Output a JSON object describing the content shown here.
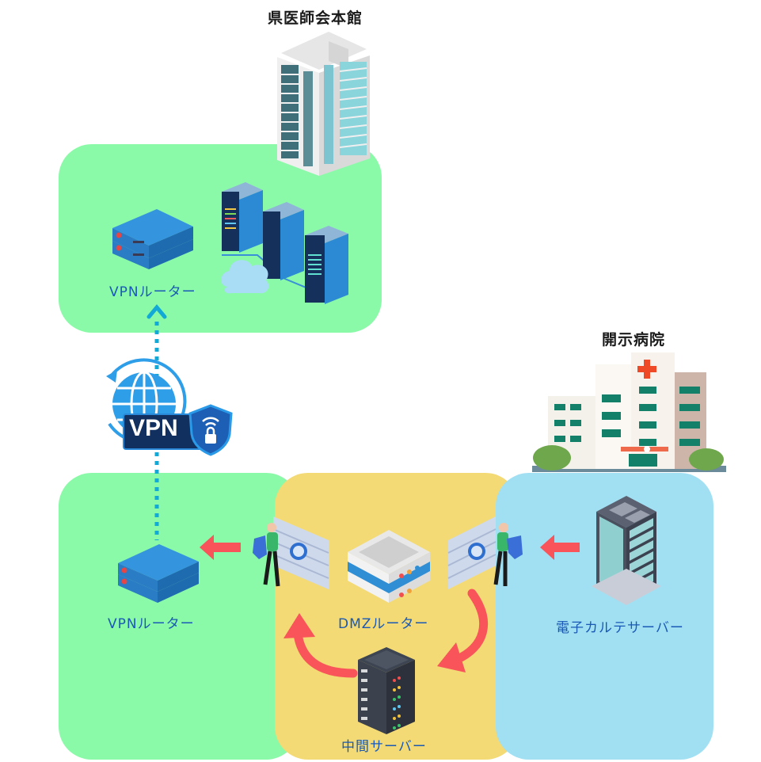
{
  "diagram": {
    "title_headquarters": "県医師会本館",
    "title_hospital": "開示病院",
    "zones": [
      {
        "id": "hq-network",
        "color": "#8afaa8"
      },
      {
        "id": "hospital-external-network",
        "color": "#8afaa8"
      },
      {
        "id": "dmz",
        "color": "#f3da74"
      },
      {
        "id": "hospital-internal-network",
        "color": "#a1e0f3"
      }
    ],
    "nodes": {
      "hq_vpn_router": "VPNルーター",
      "hospital_vpn_router": "VPNルーター",
      "dmz_router": "DMZルーター",
      "intermediate_server": "中間サーバー",
      "emr_server": "電子カルテサーバー"
    },
    "vpn_badge": "VPN",
    "colors": {
      "arrow": "#f8545a",
      "vpn_link": "#13a9d6",
      "label_text": "#1a59b6"
    },
    "connections": [
      {
        "from": "hospital_vpn_router",
        "to": "hq_vpn_router",
        "style": "dotted",
        "via": "VPN"
      },
      {
        "from": "emr_server",
        "to": "firewall-right",
        "style": "arrow"
      },
      {
        "from": "firewall-right",
        "to": "intermediate_server",
        "style": "curved-arrow"
      },
      {
        "from": "intermediate_server",
        "to": "firewall-left",
        "style": "curved-arrow"
      },
      {
        "from": "firewall-left",
        "to": "hospital_vpn_router",
        "style": "arrow"
      }
    ]
  }
}
